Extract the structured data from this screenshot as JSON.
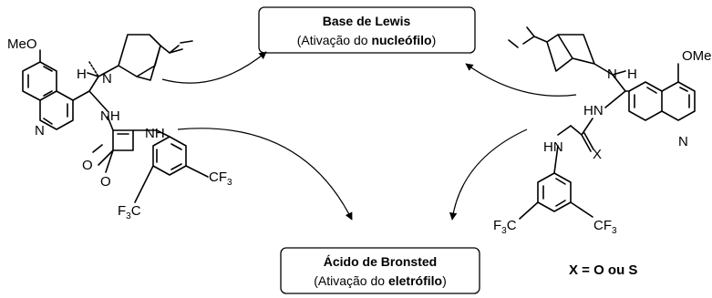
{
  "box_base": {
    "title": "Base de Lewis",
    "line_prefix": "(Ativação do ",
    "line_bold": "nucleófilo",
    "line_suffix": ")"
  },
  "box_acid": {
    "title": "Ácido de Bronsted",
    "line_prefix": "(Ativação do ",
    "line_bold": "eletrófilo",
    "line_suffix": ")"
  },
  "footnote": "X = O ou S",
  "left_molecule": {
    "ome": "MeO",
    "h": "H",
    "n_bridge": "N",
    "n_quinoline": "N",
    "nh_1": "NH",
    "nh_2": "NH",
    "o_1": "O",
    "o_2": "O",
    "cf3_right_main": "CF",
    "cf3_right_sub": "3",
    "cf3_left_f": "F",
    "cf3_left_sub": "3",
    "cf3_left_c": "C"
  },
  "right_molecule": {
    "ome": "OMe",
    "h": "H",
    "n_bridge": "N",
    "n_quinoline": "N",
    "hn_1": "HN",
    "hn_2": "HN",
    "x": "X",
    "cf3_left_f": "F",
    "cf3_left_sub": "3",
    "cf3_left_c": "C",
    "cf3_right_main": "CF",
    "cf3_right_sub": "3"
  }
}
